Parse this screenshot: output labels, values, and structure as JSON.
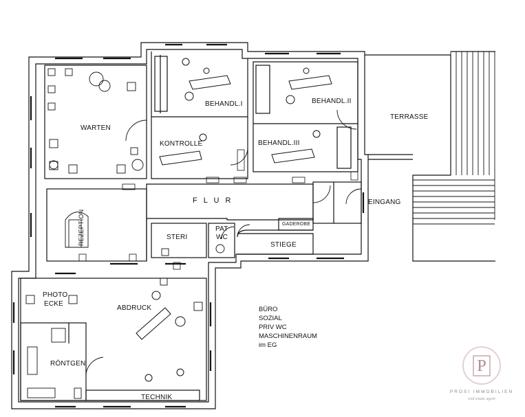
{
  "rooms": {
    "warten": "WARTEN",
    "behandl_1": "BEHANDL.I",
    "behandl_2": "BEHANDL.II",
    "behandl_3": "BEHANDL.III",
    "kontrolle": "KONTROLLE",
    "terrasse": "TERRASSE",
    "flur": "F L U R",
    "eingang": "EINGANG",
    "garderobe": "GADEROBE",
    "rezeption": "REZEPTION",
    "steri": "STERI",
    "pat_wc_1": "PAT",
    "pat_wc_2": "WC",
    "stiege": "STIEGE",
    "photo_1": "PHOTO",
    "photo_2": "ECKE",
    "abdruck": "ABDRUCK",
    "roentgen": "RÖNTGEN",
    "technik": "TECHNIK"
  },
  "notes": [
    "BÜRO",
    "SOZIAL",
    "PRIV WC",
    "MASCHINENRAUM",
    "im EG"
  ],
  "brand": {
    "name": "PROSI IMMOBILIEN",
    "tagline": "real estate agent",
    "accent": "#c9a7ab"
  }
}
